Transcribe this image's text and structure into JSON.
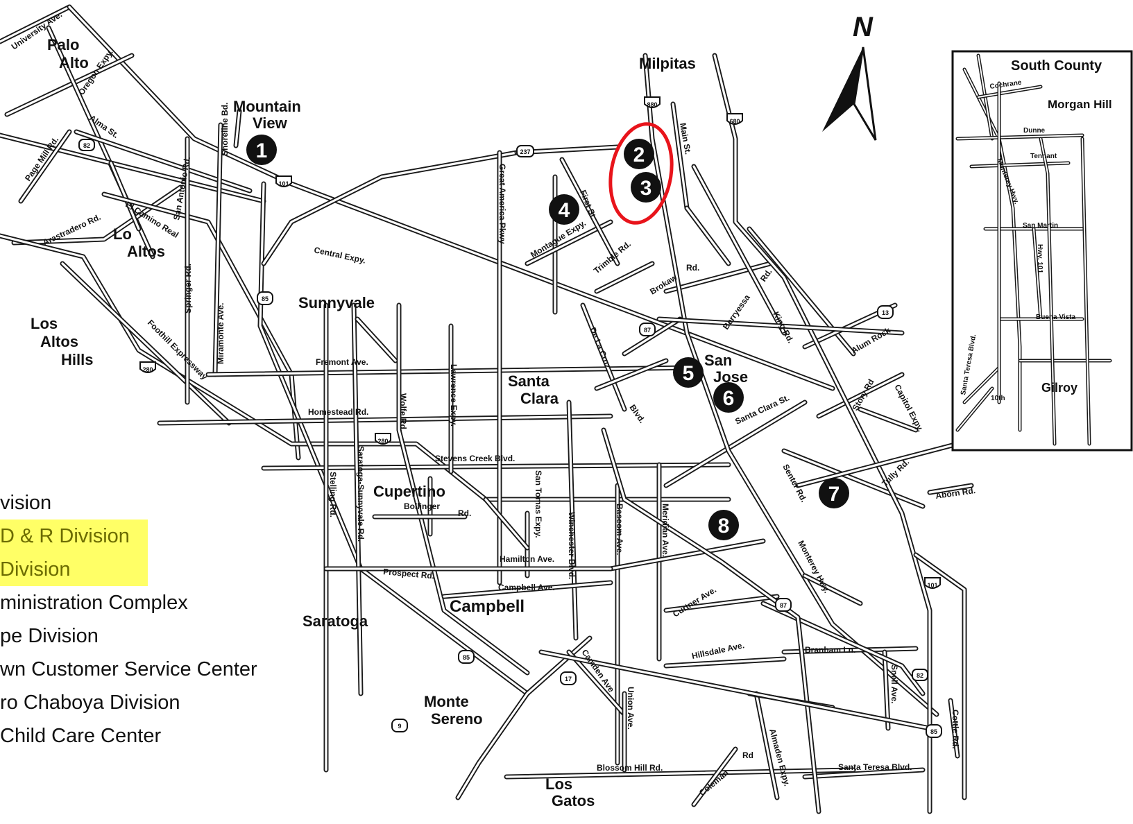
{
  "north_label": "N",
  "cities": {
    "palo_alto": [
      "Palo",
      "Alto"
    ],
    "mountain_view": [
      "Mountain",
      "View"
    ],
    "milpitas": "Milpitas",
    "lo_altos": [
      "Lo",
      "Altos"
    ],
    "sunnyvale": "Sunnyvale",
    "los_altos_hills": [
      "Los",
      "Altos",
      "Hills"
    ],
    "santa_clara": [
      "Santa",
      "Clara"
    ],
    "san_jose": [
      "San",
      "Jose"
    ],
    "cupertino": "Cupertino",
    "campbell": "Campbell",
    "saratoga": "Saratoga",
    "monte_sereno": [
      "Monte",
      "Sereno"
    ],
    "los_gatos": [
      "Los",
      "Gatos"
    ]
  },
  "streets": {
    "university": "University Ave.",
    "oregon": "Oregon Expy.",
    "alma": "Alma St.",
    "page_mill": "Page Mill Rd.",
    "shoreline": "Shoreline Bd.",
    "san_antonio": "San Antonio Rd.",
    "el_camino": "El Camino Real",
    "arastradero": "Arastradero Rd.",
    "central": "Central Expy.",
    "springer": "Springer Rd.",
    "miramonte": "Miramonte Ave.",
    "foothill": "Foothill Expressway",
    "fremont": "Fremont Ave.",
    "homestead": "Homestead Rd.",
    "great_america": "Great America Pkwy",
    "montague": "Montague Expy.",
    "first": "First St.",
    "trimble": "Trimble Rd.",
    "main": "Main St.",
    "brokaw": "Brokaw",
    "brokaw_rd": "Rd.",
    "berryessa": "Berryessa",
    "berryessa_rd": "Rd.",
    "king": "King Rd.",
    "alum_rock": "Alum Rock",
    "de_la_cruz": "De La Cruz",
    "de_la_cruz_blvd": "Blvd.",
    "santa_clara_st": "Santa Clara St.",
    "story": "Story Rd",
    "capitol": "Capitol Expy.",
    "tully": "Tully Rd.",
    "senter": "Senter Rd.",
    "aborn": "Aborn Rd.",
    "wolfe": "Wolfe Rd.",
    "lawrence": "Lawrence Expy.",
    "stevens_creek": "Stevens Creek Blvd.",
    "saratoga_sunnyvale": "Saratoga-Sunnyvale Rd.",
    "stelling": "Stelling Rd.",
    "bollinger": "Bollinger",
    "bollinger_rd": "Rd.",
    "san_tomas": "San Tomas Expy.",
    "winchester": "Winchester Blvd.",
    "bascom": "Bascom Ave.",
    "meridian": "Meridian Ave.",
    "hamilton": "Hamilton Ave.",
    "prospect": "Prospect Rd.",
    "campbell_ave": "Campbell Ave.",
    "monterey": "Monterey Hwy.",
    "curtner": "Curtner Ave.",
    "hillsdale": "Hillsdale Ave.",
    "branham": "Branham Ln.",
    "camden": "Camden Ave",
    "union": "Union Ave.",
    "snell": "Snell Ave.",
    "cottle": "Cottle Rd.",
    "blossom_hill": "Blossom Hill Rd.",
    "coleman": "Coleman",
    "coleman_rd": "Rd",
    "almaden": "Almaden Expy.",
    "santa_teresa": "Santa Teresa Blvd."
  },
  "shields": {
    "i101": "101",
    "i880": "880",
    "i680": "680",
    "i280": "280",
    "r237": "237",
    "r82": "82",
    "r85": "85",
    "r87": "87",
    "r13": "13",
    "r17": "17",
    "r9": "9"
  },
  "markers": [
    "1",
    "2",
    "3",
    "4",
    "5",
    "6",
    "7",
    "8"
  ],
  "highlight_color": "#e8141b",
  "inset": {
    "title": "South County",
    "morgan_hill": "Morgan Hill",
    "gilroy": "Gilroy",
    "cochrane": "Cochrane",
    "dunne": "Dunne",
    "tennant": "Tennant",
    "monterey": "Monterey Hwy.",
    "san_martin": "San Martin",
    "hwy101": "Hwy. 101",
    "buena_vista": "Buena Vista",
    "santa_teresa": "Santa Teresa Blvd.",
    "tenth": "10th"
  },
  "legend": [
    {
      "text": "vision",
      "highlight": false
    },
    {
      "text": "D & R Division",
      "highlight": true
    },
    {
      "text": "Division",
      "highlight": true
    },
    {
      "text": "ministration Complex",
      "highlight": false
    },
    {
      "text": "pe Division",
      "highlight": false
    },
    {
      "text": "wn Customer Service Center",
      "highlight": false
    },
    {
      "text": "ro Chaboya Division",
      "highlight": false
    },
    {
      "text": "Child Care Center",
      "highlight": false
    }
  ]
}
